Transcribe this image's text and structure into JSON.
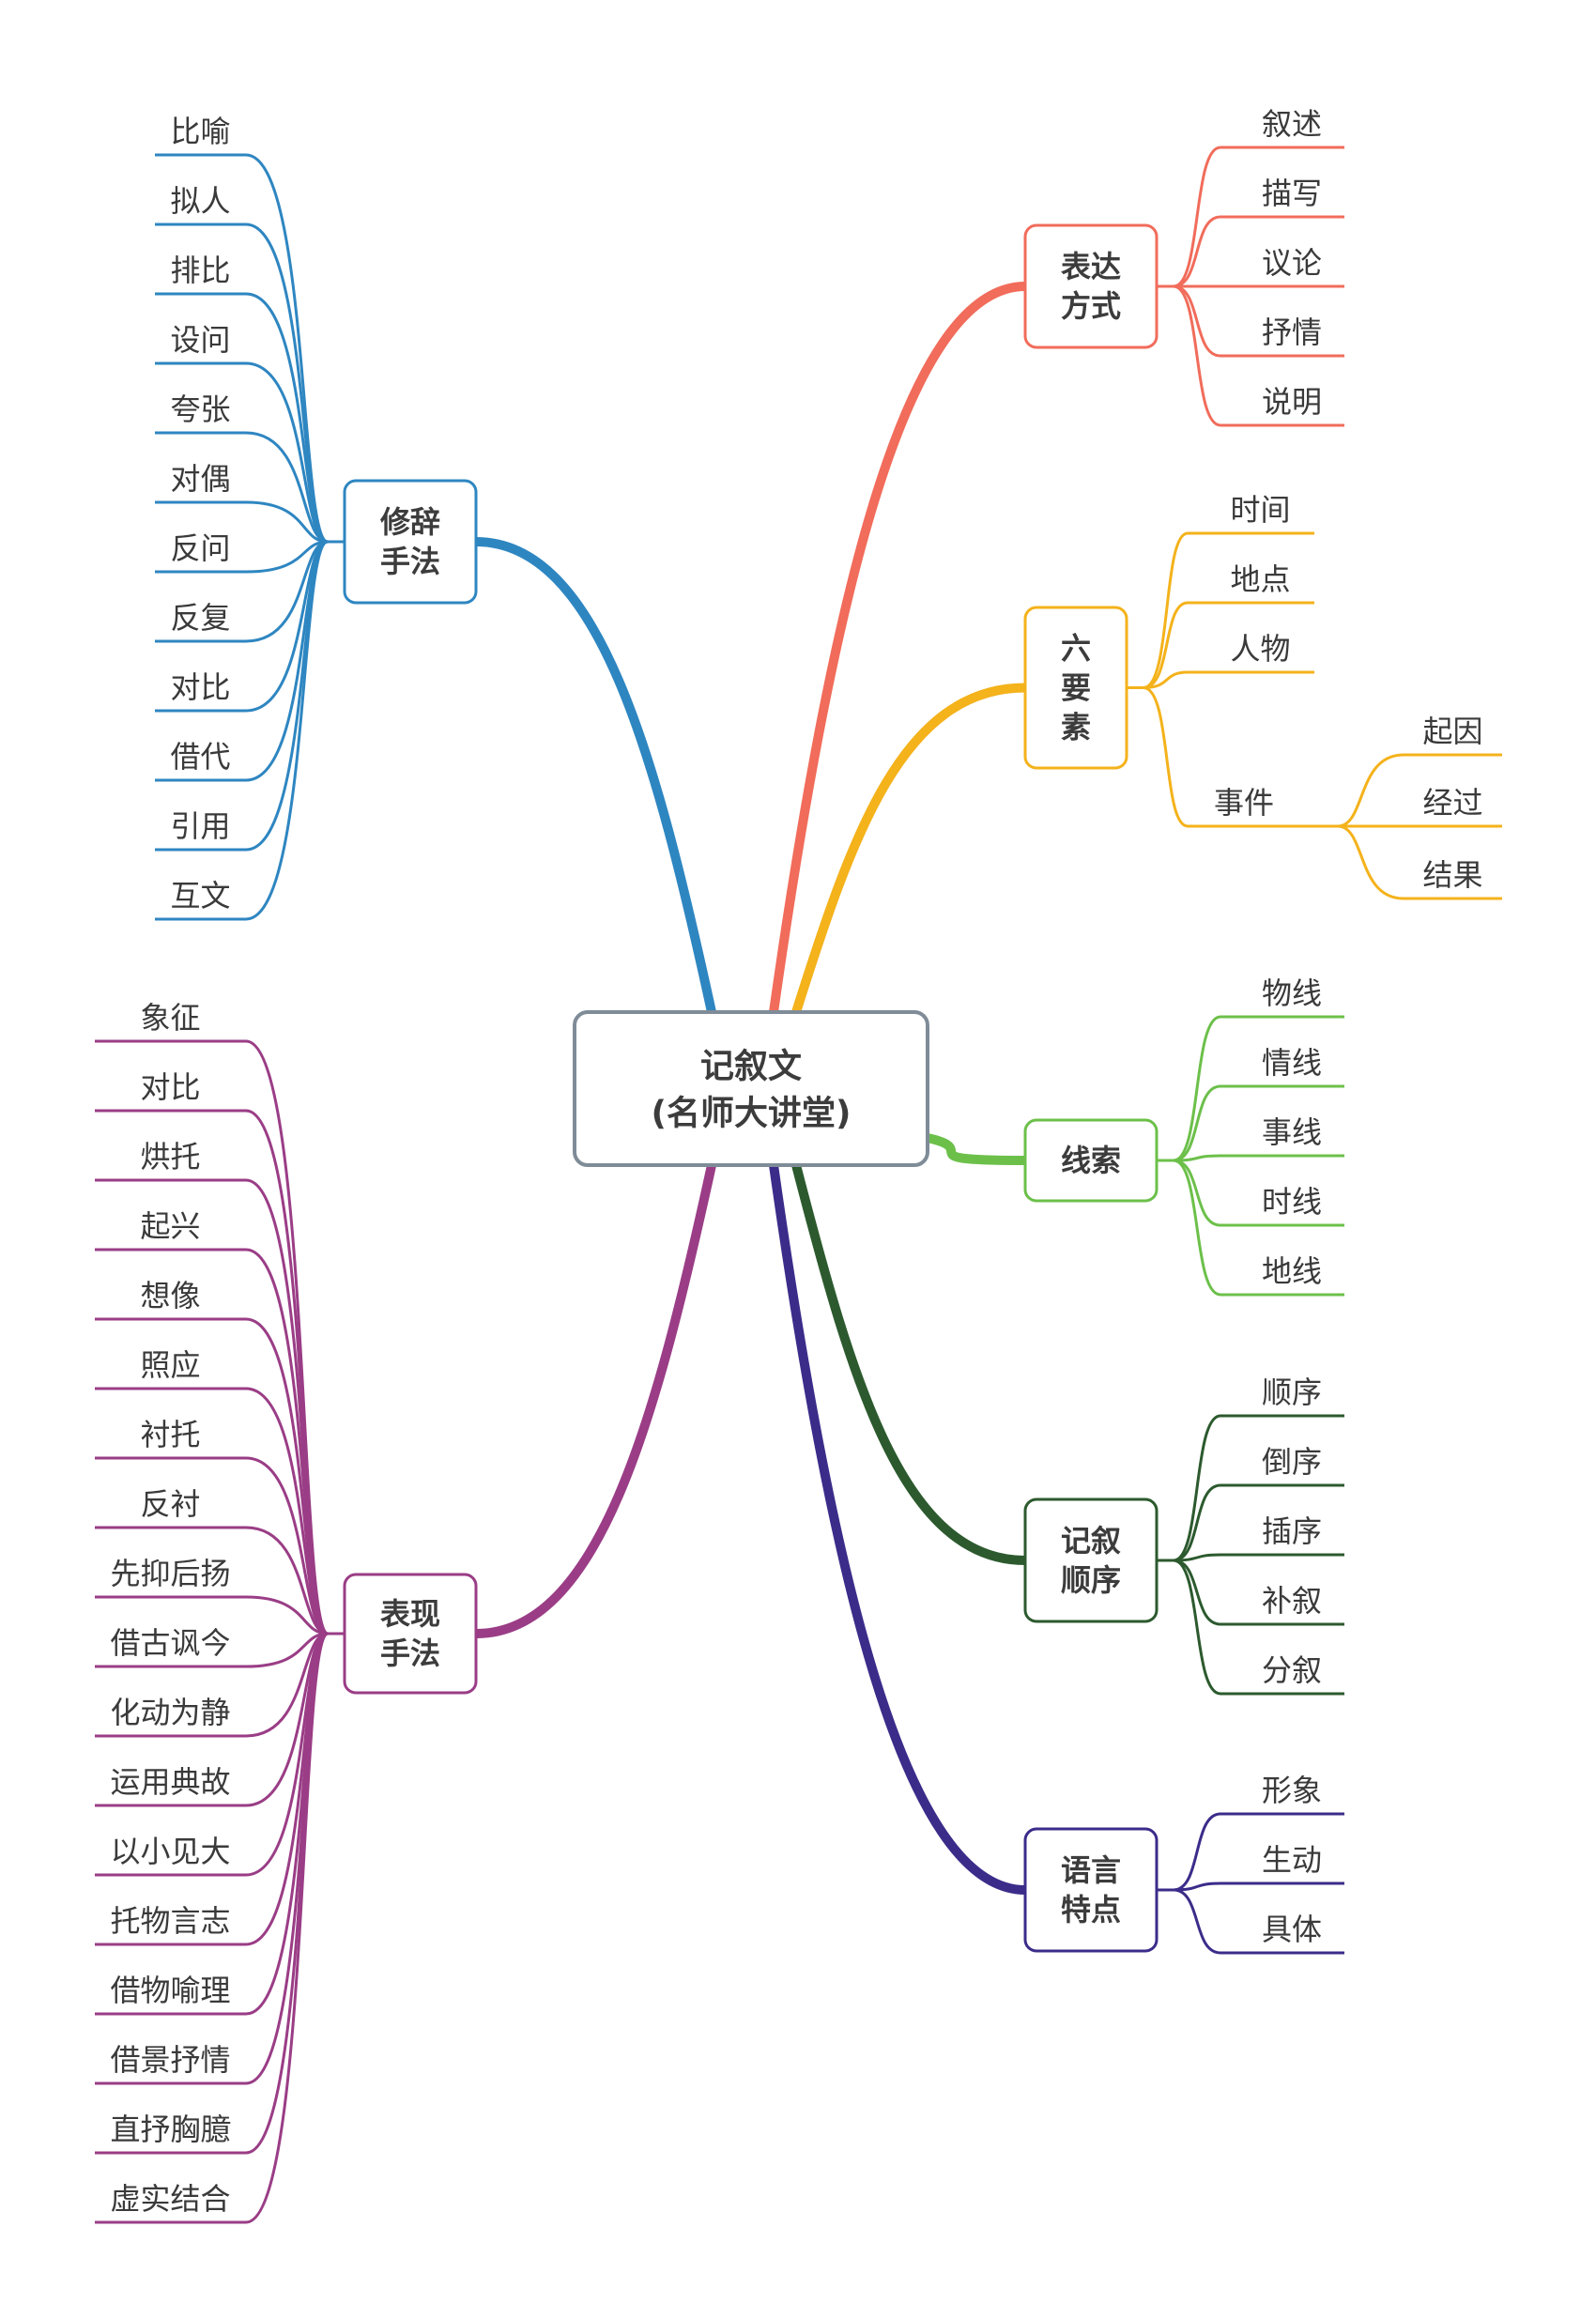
{
  "root": {
    "lines": [
      "记叙文",
      "(名师大讲堂)"
    ],
    "border_color": "#7f8c98"
  },
  "branches": [
    {
      "id": "expression",
      "side": "right",
      "lines": [
        "表达",
        "方式"
      ],
      "color": "#f16c5b",
      "children": [
        {
          "label": "叙述"
        },
        {
          "label": "描写"
        },
        {
          "label": "议论"
        },
        {
          "label": "抒情"
        },
        {
          "label": "说明"
        }
      ]
    },
    {
      "id": "six-elements",
      "side": "right",
      "lines": [
        "六",
        "要",
        "素"
      ],
      "color": "#f4b21b",
      "children": [
        {
          "label": "时间"
        },
        {
          "label": "地点"
        },
        {
          "label": "人物"
        },
        {
          "label": "事件",
          "children": [
            {
              "label": "起因"
            },
            {
              "label": "经过"
            },
            {
              "label": "结果"
            }
          ]
        }
      ]
    },
    {
      "id": "clues",
      "side": "right",
      "lines": [
        "线索"
      ],
      "color": "#6cc04a",
      "children": [
        {
          "label": "物线"
        },
        {
          "label": "情线"
        },
        {
          "label": "事线"
        },
        {
          "label": "时线"
        },
        {
          "label": "地线"
        }
      ]
    },
    {
      "id": "narrative-order",
      "side": "right",
      "lines": [
        "记叙",
        "顺序"
      ],
      "color": "#2c5a2e",
      "children": [
        {
          "label": "顺序"
        },
        {
          "label": "倒序"
        },
        {
          "label": "插序"
        },
        {
          "label": "补叙"
        },
        {
          "label": "分叙"
        }
      ]
    },
    {
      "id": "language",
      "side": "right",
      "lines": [
        "语言",
        "特点"
      ],
      "color": "#3b2c8a",
      "children": [
        {
          "label": "形象"
        },
        {
          "label": "生动"
        },
        {
          "label": "具体"
        }
      ]
    },
    {
      "id": "rhetoric",
      "side": "left",
      "lines": [
        "修辞",
        "手法"
      ],
      "color": "#2e86c1",
      "children": [
        {
          "label": "比喻"
        },
        {
          "label": "拟人"
        },
        {
          "label": "排比"
        },
        {
          "label": "设问"
        },
        {
          "label": "夸张"
        },
        {
          "label": "对偶"
        },
        {
          "label": "反问"
        },
        {
          "label": "反复"
        },
        {
          "label": "对比"
        },
        {
          "label": "借代"
        },
        {
          "label": "引用"
        },
        {
          "label": "互文"
        }
      ]
    },
    {
      "id": "techniques",
      "side": "left",
      "lines": [
        "表现",
        "手法"
      ],
      "color": "#9a3d86",
      "children": [
        {
          "label": "象征"
        },
        {
          "label": "对比"
        },
        {
          "label": "烘托"
        },
        {
          "label": "起兴"
        },
        {
          "label": "想像"
        },
        {
          "label": "照应"
        },
        {
          "label": "衬托"
        },
        {
          "label": "反衬"
        },
        {
          "label": "先抑后扬"
        },
        {
          "label": "借古讽今"
        },
        {
          "label": "化动为静"
        },
        {
          "label": "运用典故"
        },
        {
          "label": "以小见大"
        },
        {
          "label": "托物言志"
        },
        {
          "label": "借物喻理"
        },
        {
          "label": "借景抒情"
        },
        {
          "label": "直抒胸臆"
        },
        {
          "label": "虚实结合"
        }
      ]
    }
  ]
}
